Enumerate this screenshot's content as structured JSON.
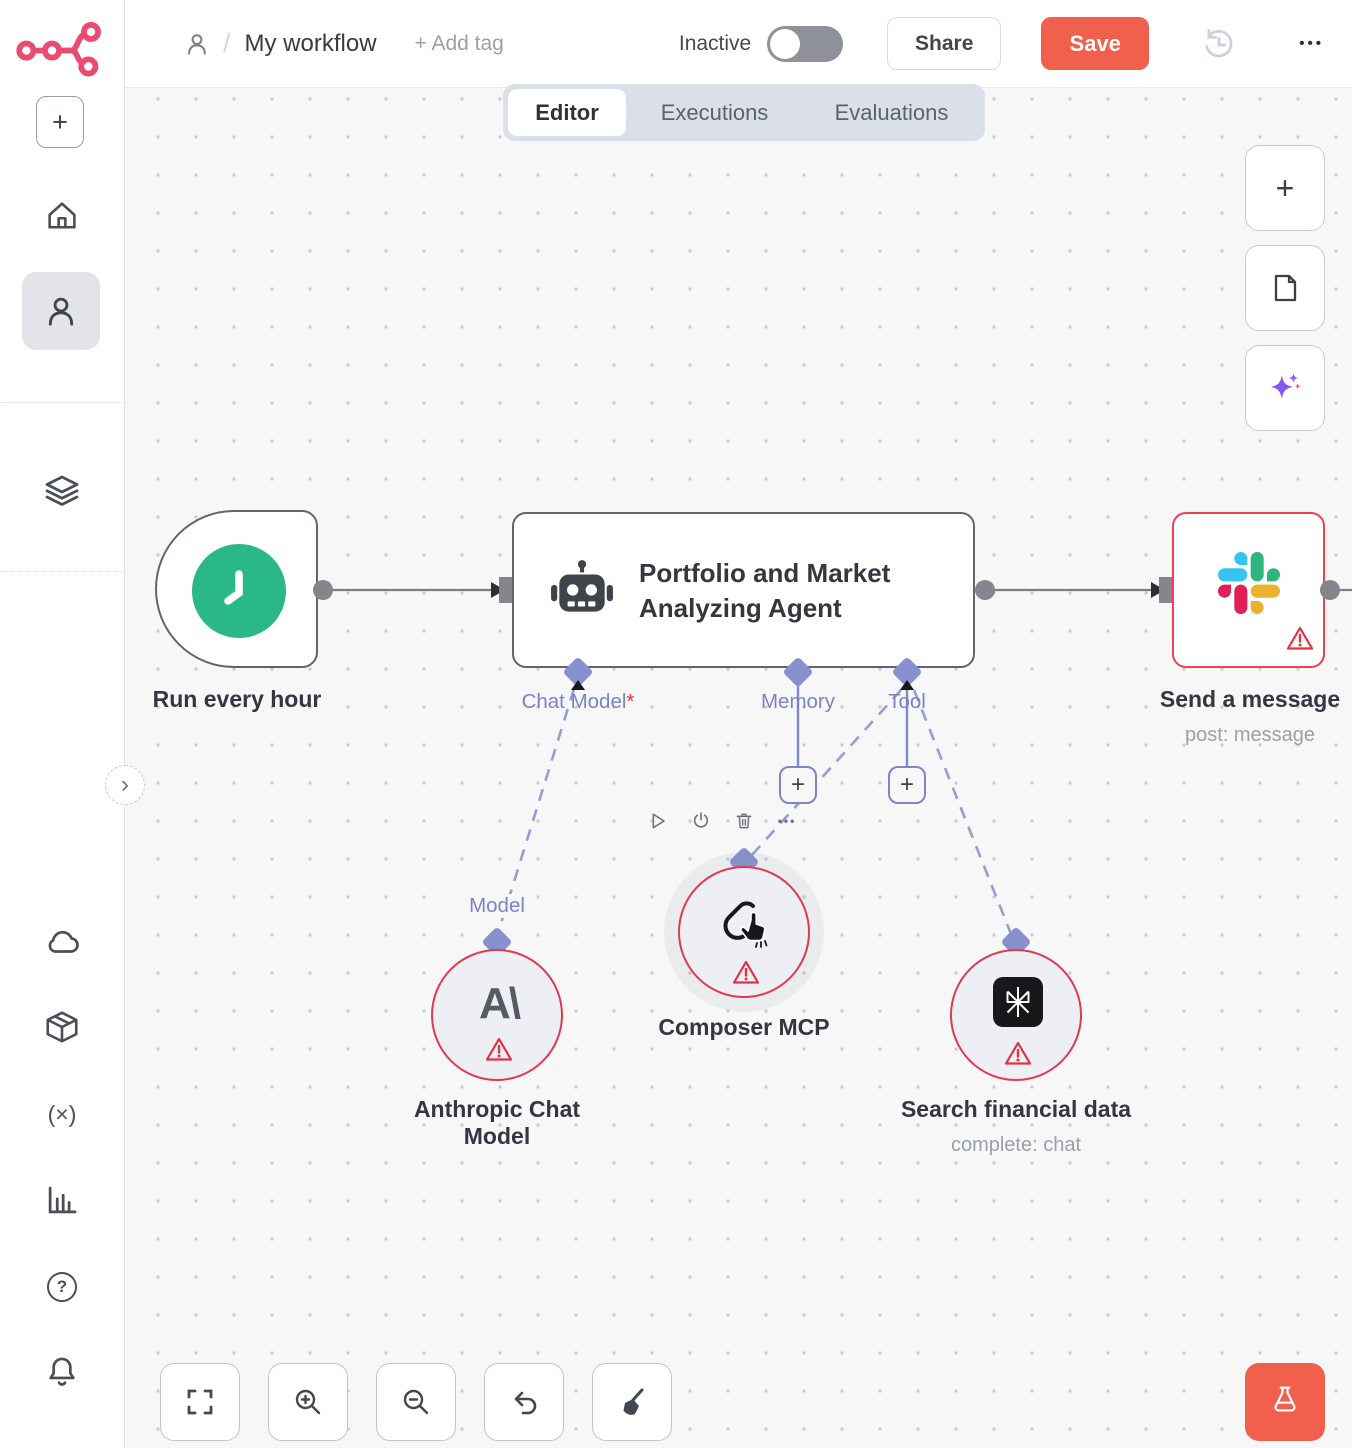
{
  "header": {
    "title": "My workflow",
    "add_tag": "+ Add tag",
    "status": "Inactive",
    "share": "Share",
    "save": "Save"
  },
  "tabs": [
    {
      "label": "Editor",
      "active": true
    },
    {
      "label": "Executions",
      "active": false
    },
    {
      "label": "Evaluations",
      "active": false
    }
  ],
  "canvas": {
    "trigger": {
      "label": "Run every hour"
    },
    "agent": {
      "line1": "Portfolio and Market",
      "line2": "Analyzing Agent"
    },
    "slack": {
      "label": "Send a message",
      "subtitle": "post: message"
    },
    "anthropic": {
      "line1": "Anthropic Chat",
      "line2": "Model"
    },
    "composer": {
      "label": "Composer MCP"
    },
    "search": {
      "label": "Search financial data",
      "subtitle": "complete: chat"
    }
  },
  "ports": {
    "chat_model": "Chat Model",
    "required": "*",
    "memory": "Memory",
    "tool": "Tool",
    "model": "Model"
  },
  "glyphs": {
    "plus": "+",
    "slash": "/",
    "chevron": "›",
    "more": "•••",
    "toolbar_more": "•••",
    "paren_x": "(×)",
    "question": "?",
    "anthropic": "A\\"
  },
  "colors": {
    "save_button": "#f0604d",
    "brand_logo": "#ea4b71",
    "trigger_green": "#2bb889",
    "connector_purple": "#8791cd",
    "error_red": "#e13a4f"
  }
}
